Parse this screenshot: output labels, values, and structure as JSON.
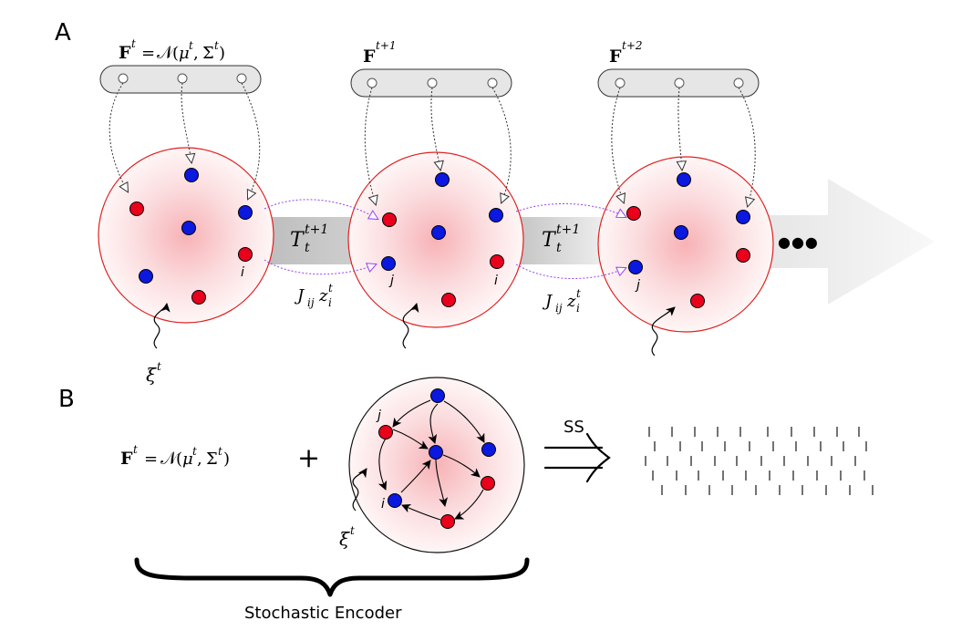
{
  "panel_a": {
    "label": "A",
    "feature_labels": {
      "f0_bold": "F",
      "f0_sup": "t",
      "f0_rhs_eq": "=",
      "f0_rhs_n": "𝒩",
      "f0_rhs_mu": "μ",
      "f0_rhs_mu_sup": "t",
      "f0_rhs_sigma": "Σ",
      "f0_rhs_sigma_sup": "t",
      "f1_bold": "F",
      "f1_sup": "t+1",
      "f2_bold": "F",
      "f2_sup": "t+2"
    },
    "transition_label": {
      "base": "T",
      "sub": "t",
      "sup": "t+1"
    },
    "coupling_label": {
      "J": "J",
      "J_sub": "ij",
      "z": "z",
      "z_sub": "i",
      "z_sup": "t"
    },
    "node_labels": {
      "i": "i",
      "j": "j"
    },
    "noise_label": {
      "xi": "ξ",
      "sup": "t"
    },
    "ellipsis": "●●●"
  },
  "panel_b": {
    "label": "B",
    "formula": {
      "bold": "F",
      "sup": "t",
      "eq": "=",
      "n": "𝒩",
      "mu": "μ",
      "mu_sup": "t",
      "sigma": "Σ",
      "sigma_sup": "t"
    },
    "plus": "+",
    "node_labels": {
      "i": "i",
      "j": "j"
    },
    "noise_label": {
      "xi": "ξ",
      "sup": "t"
    },
    "arrow_label": "SS",
    "encoder_label": "Stochastic Encoder"
  },
  "colors": {
    "excitatory": "#e8001c",
    "inhibitory": "#0a18e0",
    "circle_edge_a": "#e02020",
    "circle_edge_b": "#111111",
    "feature_box_fill": "#e6e6e6",
    "coupling_arrow": "#9b3ff5"
  }
}
